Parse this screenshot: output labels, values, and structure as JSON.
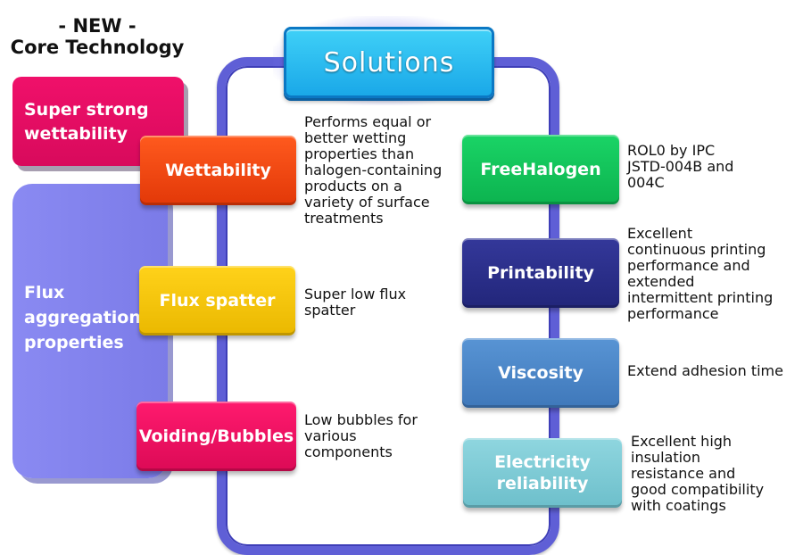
{
  "header": {
    "line1": "- NEW -",
    "line2": "Core Technology"
  },
  "left": {
    "wettability_label": "Super strong\nwettability",
    "flux_label": "Flux\naggregation\nproperties"
  },
  "solutions": {
    "title": "Solutions"
  },
  "left_items": [
    {
      "label": "Wettability",
      "color": "#f0440c",
      "desc": "Performs equal or\nbetter wetting\nproperties than\nhalogen-containing\nproducts on a\nvariety of surface\ntreatments"
    },
    {
      "label": "Flux spatter",
      "color": "#f2c400",
      "desc": "Super low flux\nspatter"
    },
    {
      "label": "Voiding/Bubbles",
      "color": "#e8105e",
      "desc": "Low bubbles for\nvarious\ncomponents"
    }
  ],
  "right_items": [
    {
      "label": "FreeHalogen",
      "color": "#12c45a",
      "desc": "ROL0 by IPC\nJSTD-004B and\n004C"
    },
    {
      "label": "Printability",
      "color": "#2b2f86",
      "desc": "Excellent\ncontinuous printing\nperformance and\nextended\nintermittent printing\nperformance"
    },
    {
      "label": "Viscosity",
      "color": "#4a86c8",
      "desc": "Extend adhesion time"
    },
    {
      "label": "Electricity\nreliability",
      "color": "#7fcbd6",
      "desc": "Excellent high\ninsulation\nresistance and\ngood compatibility\nwith coatings"
    }
  ]
}
